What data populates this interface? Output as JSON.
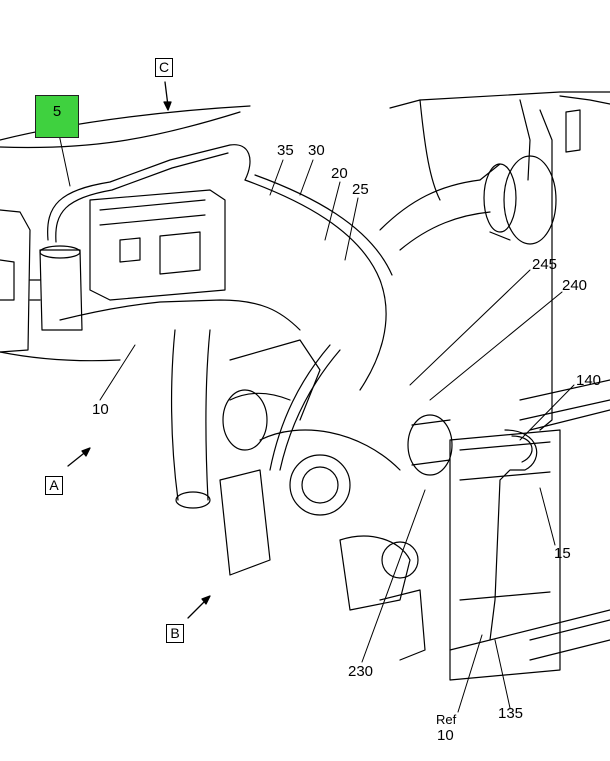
{
  "view_labels": {
    "a": "A",
    "b": "B",
    "c": "C"
  },
  "highlighted_callout": {
    "label": "5",
    "color": "#3fd13f"
  },
  "callouts": {
    "c35": "35",
    "c30": "30",
    "c20": "20",
    "c25": "25",
    "c245": "245",
    "c240": "240",
    "c140": "140",
    "c10": "10",
    "c15": "15",
    "c230": "230",
    "c135": "135",
    "ref_label": "Ref",
    "ref_num": "10"
  }
}
